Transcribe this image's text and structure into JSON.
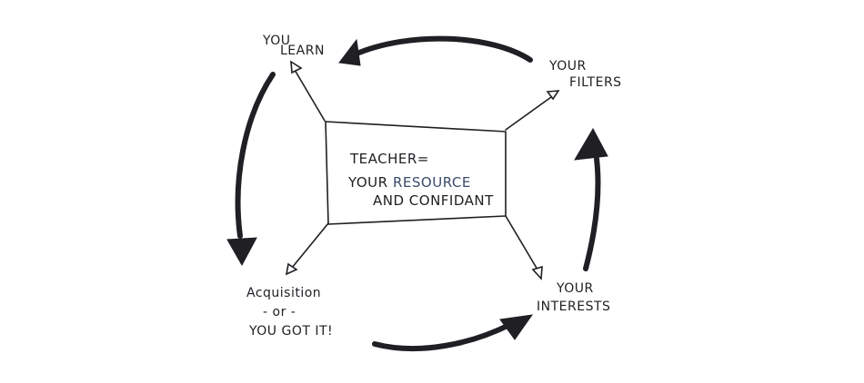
{
  "center": {
    "line1": "TEACHER=",
    "line2_a": "YOUR",
    "line2_b": "RESOURCE",
    "line3": "AND CONFIDANT"
  },
  "nodes": {
    "you_learn": [
      "YOU",
      "LEARN"
    ],
    "your_filters": [
      "YOUR",
      "FILTERS"
    ],
    "your_interests": [
      "YOUR",
      "INTERESTS"
    ],
    "acquisition": [
      "Acquisition",
      "- or -",
      "YOU GOT IT!"
    ]
  },
  "colors": {
    "ink": "#1f1f24",
    "accent_text": "#3a4a6a",
    "background": "#ffffff"
  }
}
